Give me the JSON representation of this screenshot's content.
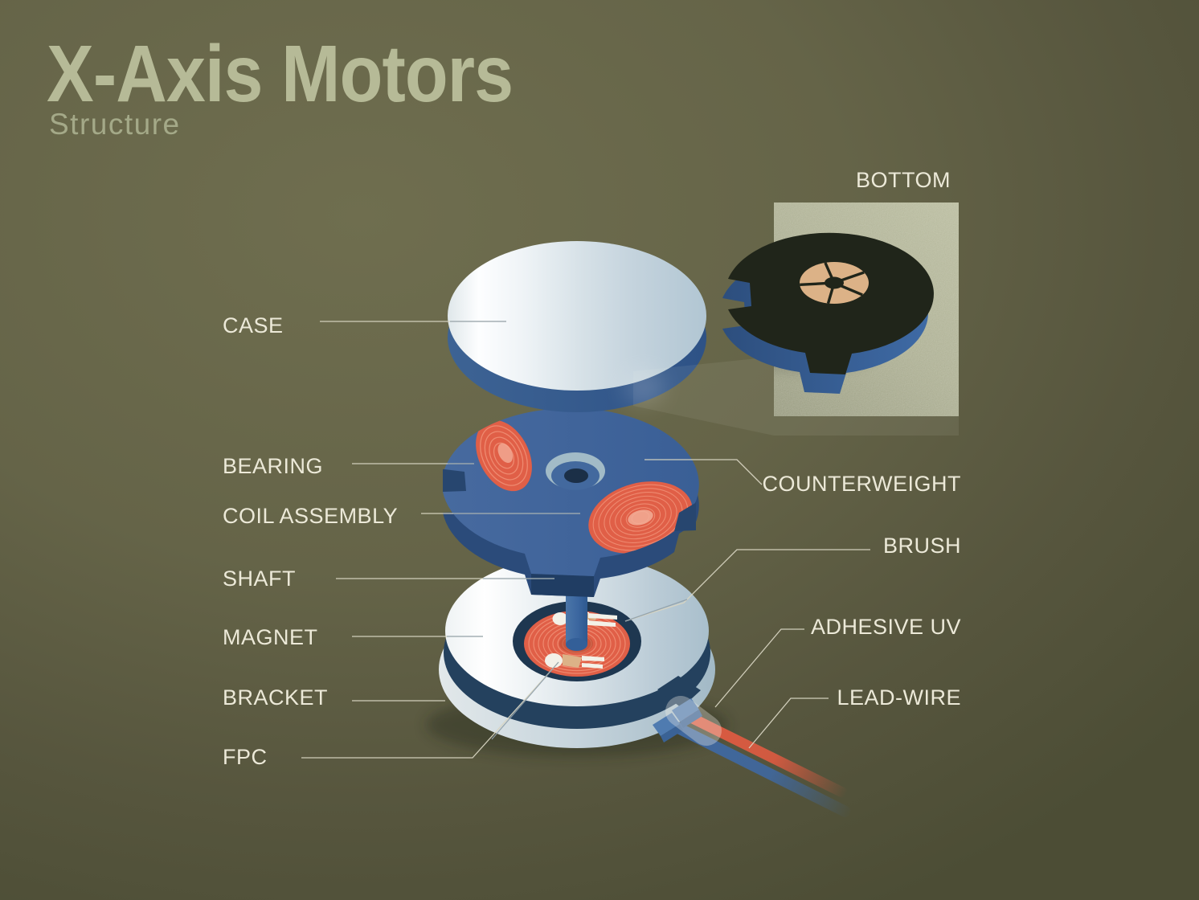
{
  "title": "X-Axis Motors",
  "subtitle": "Structure",
  "inset_label": "BOTTOM",
  "part_labels": {
    "case": "CASE",
    "bearing": "BEARING",
    "coil_assembly": "COIL ASSEMBLY",
    "shaft": "SHAFT",
    "magnet": "MAGNET",
    "bracket": "BRACKET",
    "fpc": "FPC",
    "counterweight": "COUNTERWEIGHT",
    "brush": "BRUSH",
    "adhesive_uv": "ADHESIVE UV",
    "lead_wire": "LEAD-WIRE"
  },
  "colors": {
    "background": "#6f6e4f",
    "background_edge": "#4c4d35",
    "title": "#b6ba97",
    "subtitle": "#a4a988",
    "label": "#ece9d8",
    "leader": "#d8d5c2",
    "leader_on_light": "#90a0aa",
    "part_blue": "#3f659b",
    "part_blue_side": "#2b4b7a",
    "navy": "#24415e",
    "depression_navy": "#1e3750",
    "coil_orange": "#e05f47",
    "coil_ring": "#ee8a70",
    "metal_light": "#f2f5f5",
    "metal_dark": "#abc0cd",
    "hub_tan": "#dcb287",
    "disc_black": "#20251a",
    "wire_red": "#dd5a41",
    "wire_blue": "#3f68a0",
    "connector_blue": "#4f7bb0",
    "panel": "#a5a88a",
    "brush_white": "#f3f1e8"
  }
}
